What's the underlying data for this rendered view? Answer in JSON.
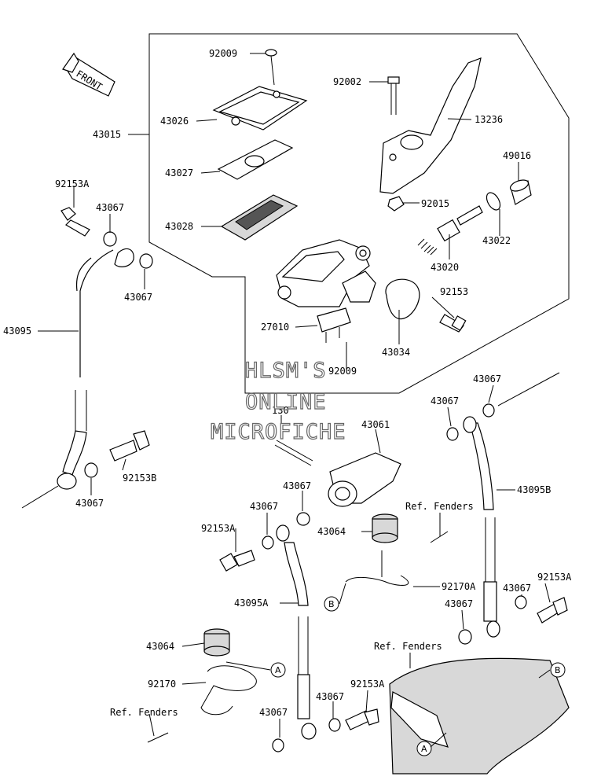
{
  "front_label": "FRONT",
  "watermark": [
    "HLSM'S",
    "ONLINE",
    "MICROFICHE"
  ],
  "part_labels": [
    "92009",
    "92002",
    "43026",
    "13236",
    "43015",
    "49016",
    "43027",
    "92153A",
    "43067",
    "92015",
    "43028",
    "43022",
    "43020",
    "43067",
    "92153",
    "43095",
    "27010",
    "43034",
    "92009",
    "43067",
    "130",
    "43067",
    "43061",
    "92153B",
    "43067",
    "43095B",
    "43067",
    "Ref. Fenders",
    "92153A",
    "43067",
    "43064",
    "92170A",
    "43095A",
    "43067",
    "92153A",
    "43067",
    "43064",
    "Ref. Fenders",
    "92170",
    "92153A",
    "43067",
    "Ref. Fenders",
    "43067"
  ],
  "callouts": [
    "A",
    "B",
    "B",
    "A"
  ]
}
